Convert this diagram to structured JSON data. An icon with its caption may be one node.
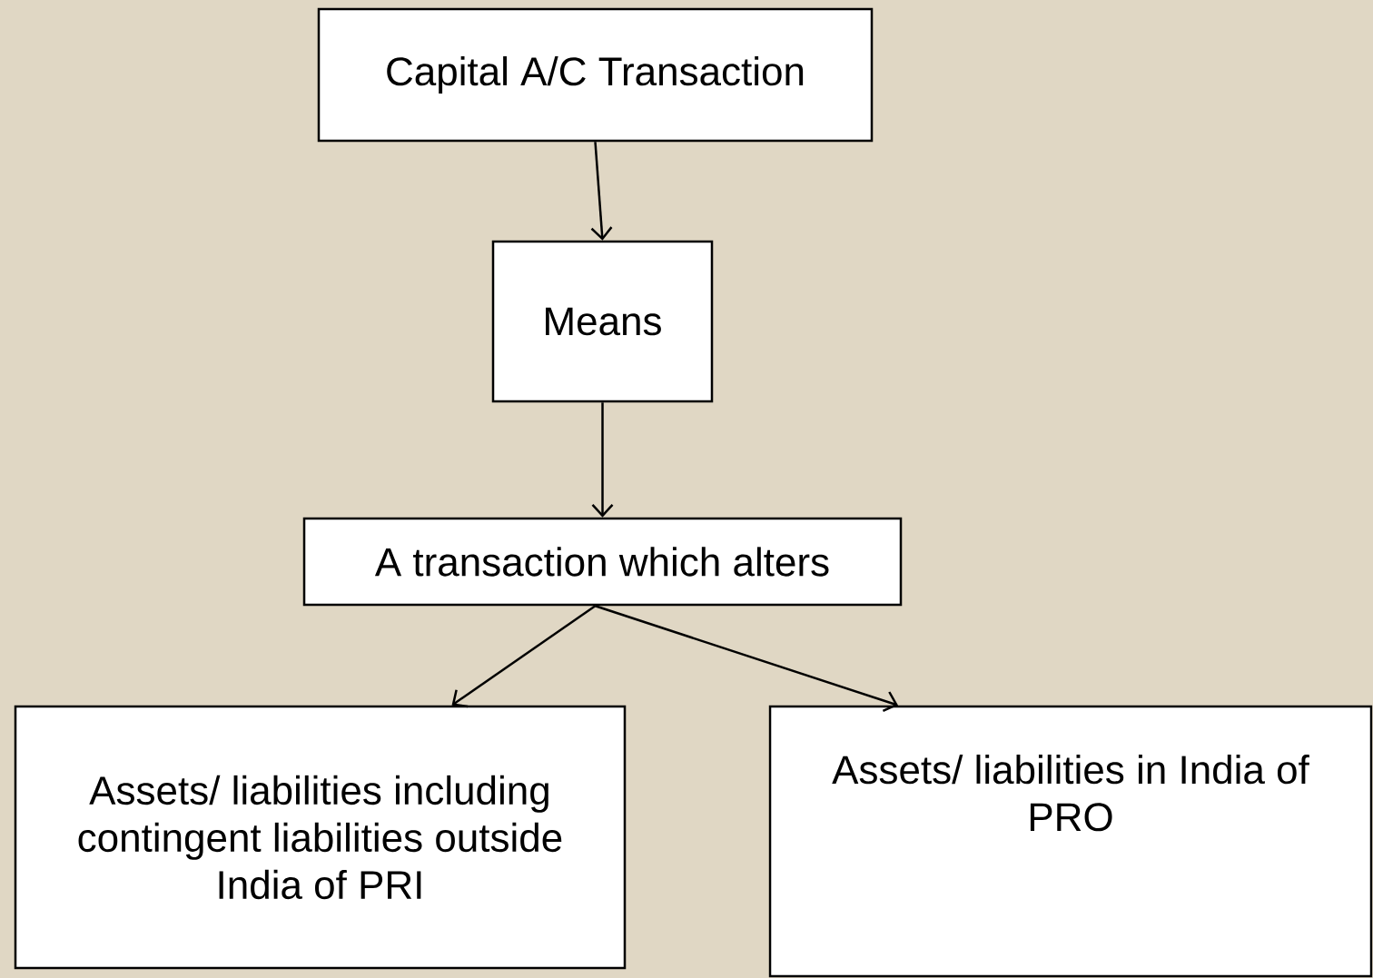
{
  "diagram": {
    "nodes": [
      {
        "text": [
          "Capital A/C Transaction"
        ]
      },
      {
        "text": [
          "Means"
        ]
      },
      {
        "text": [
          "A transaction which alters"
        ]
      },
      {
        "text": [
          "Assets/ liabilities including contingent liabilities outside India of PRI"
        ]
      },
      {
        "text": [
          "Assets/ liabilities in India of PRO"
        ]
      }
    ],
    "edges": [
      {
        "from": 0,
        "to": 1,
        "arrow": "to"
      },
      {
        "from": 1,
        "to": 2,
        "arrow": "to"
      },
      {
        "from": 2,
        "to": 3,
        "arrow": "to"
      },
      {
        "from": 2,
        "to": 4,
        "arrow": "to"
      }
    ]
  }
}
